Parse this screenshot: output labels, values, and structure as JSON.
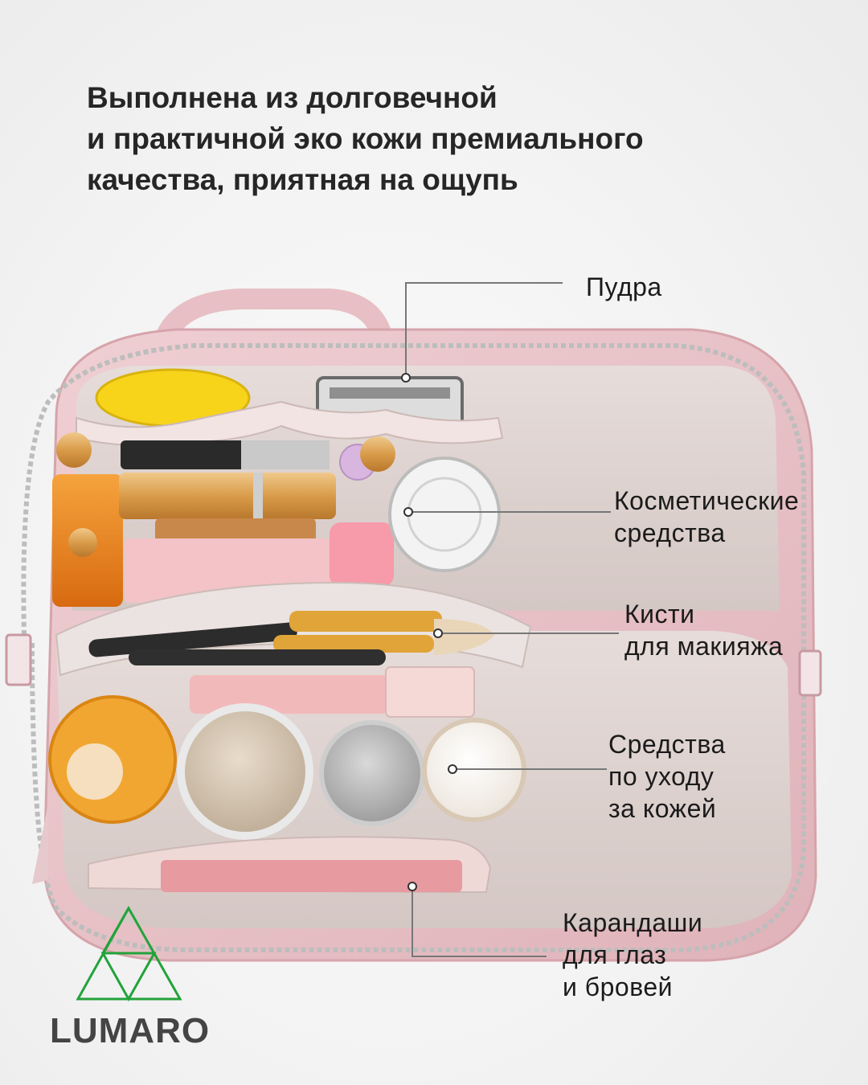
{
  "headline": {
    "line1": "Выполнена из долговечной",
    "line2": "и практичной эко кожи премиального",
    "line3": "качества, приятная на ощупь"
  },
  "callouts": {
    "powder": {
      "line1": "Пудра"
    },
    "cosmetics": {
      "line1": "Косметические",
      "line2": "средства"
    },
    "brushes": {
      "line1": "Кисти",
      "line2": "для макияжа"
    },
    "skincare": {
      "line1": "Средства",
      "line2": "по уходу",
      "line3": "за кожей"
    },
    "pencils": {
      "line1": "Карандаши",
      "line2": "для глаз",
      "line3": "и бровей"
    }
  },
  "brand": {
    "name": "LUMARO",
    "color": "#22a33a"
  },
  "colors": {
    "bag_pink": "#e9c4c8",
    "lining": "#ded2cf",
    "text": "#262626"
  }
}
